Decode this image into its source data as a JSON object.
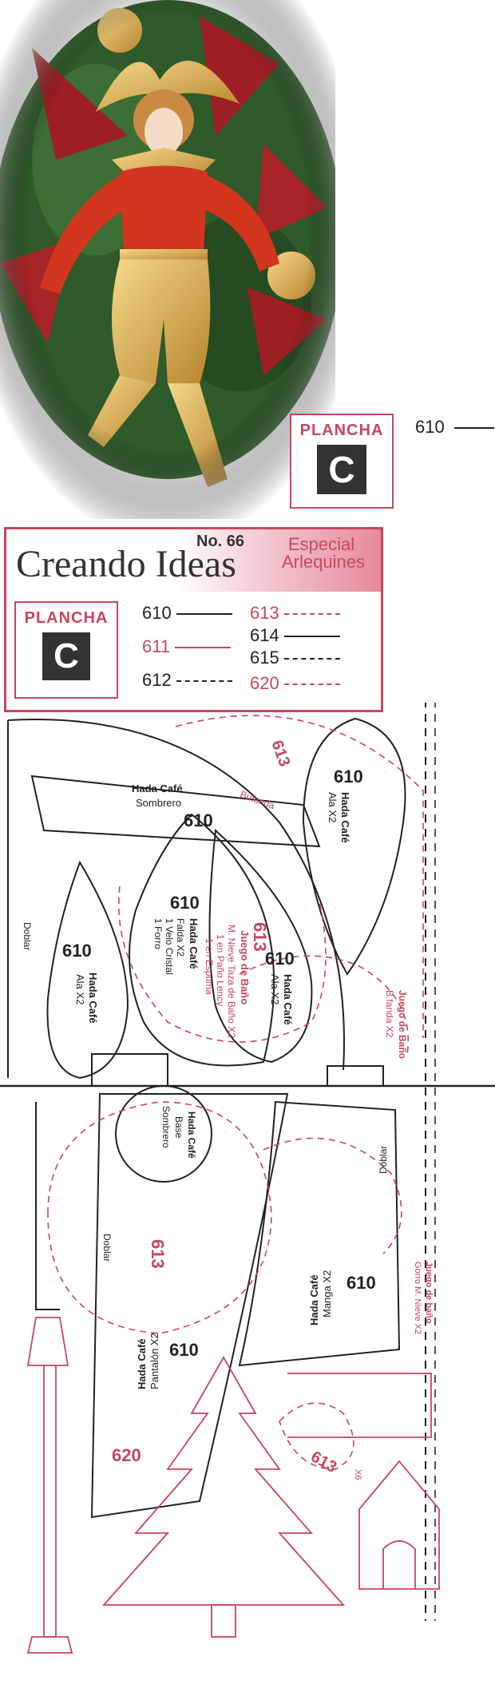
{
  "top_plancha": {
    "label": "PLANCHA",
    "letter": "C"
  },
  "top_legend": {
    "number": "610"
  },
  "header": {
    "title": "Creando Ideas",
    "issue": "No. 66",
    "special_line1": "Especial",
    "special_line2": "Arlequines",
    "plancha_label": "PLANCHA",
    "plancha_letter": "C"
  },
  "legend": [
    {
      "number": "610",
      "style": "solid",
      "color": "#222222"
    },
    {
      "number": "611",
      "style": "solid",
      "color": "#c8475f"
    },
    {
      "number": "612",
      "style": "dashed",
      "color": "#222222"
    },
    {
      "number": "613",
      "style": "dashed",
      "color": "#c8475f"
    },
    {
      "number": "614",
      "style": "solid",
      "color": "#222222"
    },
    {
      "number": "615",
      "style": "dashed",
      "color": "#222222"
    },
    {
      "number": "620",
      "style": "dashed",
      "color": "#c8475f"
    }
  ],
  "pattern_labels": {
    "sombrero_code": "610",
    "sombrero_name": "Hada Café",
    "sombrero_part": "Sombrero",
    "ala_right_code": "610",
    "ala_right_name": "Hada Café",
    "ala_right_part": "Ala X2",
    "ala_left_code": "610",
    "ala_left_name": "Hada Café",
    "ala_left_part": "Ala X2",
    "falda_code": "610",
    "falda_name": "Hada Café",
    "falda_part1": "Falda X2",
    "falda_part2": "1 Velo Cristal",
    "falda_part3": "1 Forro",
    "ala_mid_code": "610",
    "ala_mid_name": "Hada Café",
    "ala_mid_part": "Ala X2",
    "juego_code": "613",
    "juego_name": "Juego de Baño",
    "juego_part1": "M. Nieve Taza de Baño X2",
    "juego_part2": "1 en Paño Lency",
    "juego_part3": "1 en Espuma",
    "bufanda": "Bufanda",
    "bufanda_code": "613",
    "juego_right": "Juego de Baño",
    "bfanda_right": "B.fanda X2",
    "doblar_1": "Doblar",
    "base_name": "Hada Café",
    "base_part1": "Base",
    "base_part2": "Sombrero",
    "doblar_2": "Doblar",
    "doblar_3": "Doblar",
    "manga_code": "610",
    "manga_name": "Hada Café",
    "manga_part": "Manga X2",
    "gorro_name": "Juego de baño",
    "gorro_part": "Gorro M. Nieve X2",
    "pantalon_code": "610",
    "pantalon_name": "Hada Café",
    "pantalon_part": "Pantalón X2",
    "code_613_center": "613",
    "code_620": "620",
    "code_613_bottom": "613",
    "x6": "X6"
  },
  "colors": {
    "accent": "#c8475f",
    "ink": "#222222",
    "photo_red": "#d4351e",
    "photo_gold": "#d7a545",
    "photo_green": "#2f5a2a"
  }
}
